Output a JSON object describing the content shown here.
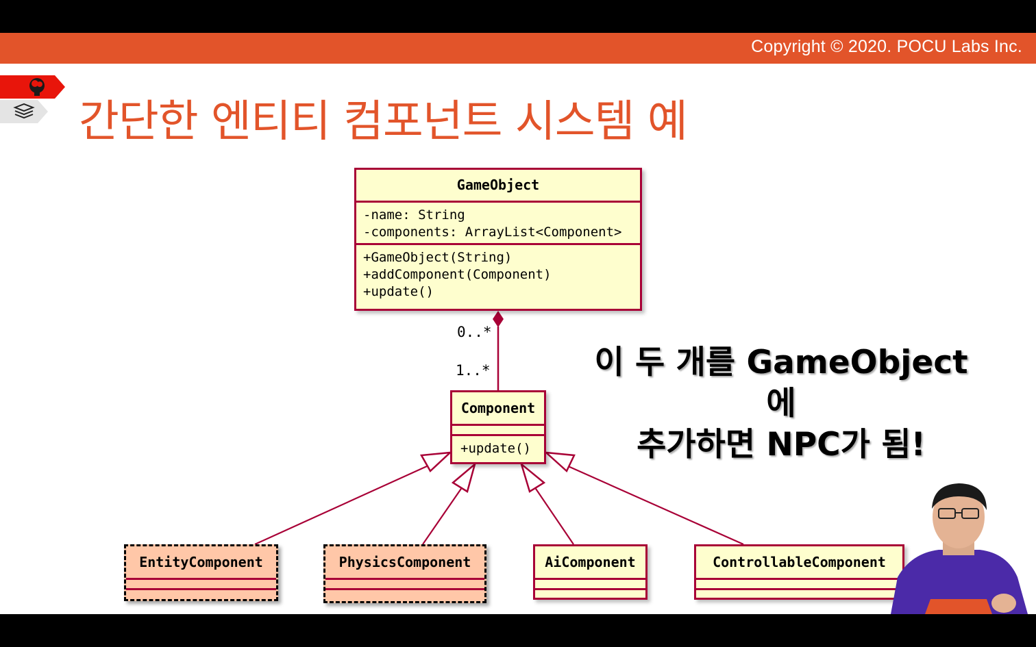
{
  "copyright": "Copyright © 2020. POCU Labs Inc.",
  "title": "간단한 엔티티 컴포넌트 시스템 예",
  "callout": {
    "line1": "이 두 개를 GameObject에",
    "line2": "추가하면 NPC가 됨!"
  },
  "game_object": {
    "name": "GameObject",
    "fields": [
      "-name: String",
      "-components: ArrayList<Component>"
    ],
    "methods": [
      "+GameObject(String)",
      "+addComponent(Component)",
      "+update()"
    ]
  },
  "component": {
    "name": "Component",
    "methods": [
      "+update()"
    ]
  },
  "multiplicity": {
    "top": "0..*",
    "bottom": "1..*"
  },
  "subclasses": [
    {
      "name": "EntityComponent",
      "highlighted": true
    },
    {
      "name": "PhysicsComponent",
      "highlighted": true
    },
    {
      "name": "AiComponent",
      "highlighted": false
    },
    {
      "name": "ControllableComponent",
      "highlighted": false
    }
  ],
  "icons": {
    "tag_red": "brain-head-icon",
    "tag_gray": "stack-layers-icon"
  },
  "colors": {
    "accent": "#e2542a",
    "uml_border": "#a80036",
    "uml_fill": "#fefece",
    "highlight_fill": "#ffc7a8"
  }
}
